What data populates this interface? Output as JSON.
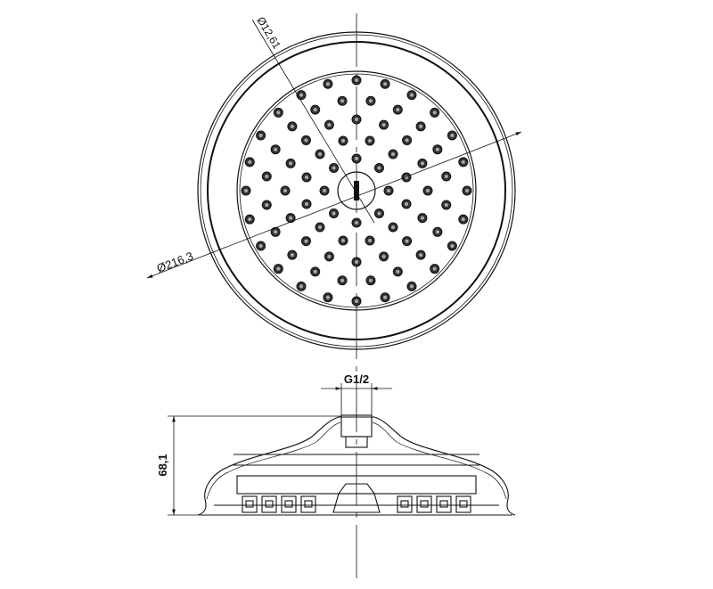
{
  "drawing": {
    "title": "Shower head technical drawing",
    "dimensions": {
      "nozzle_diameter": "Ø12,61",
      "head_diameter": "Ø216,3",
      "thread": "G1/2",
      "height": "68,1"
    },
    "colors": {
      "line": "#111111",
      "background": "#ffffff"
    }
  }
}
